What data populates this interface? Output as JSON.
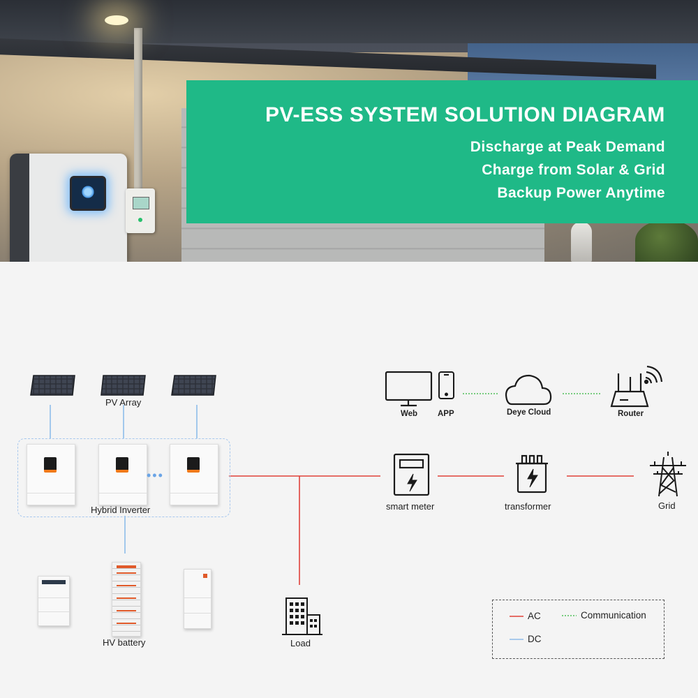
{
  "banner": {
    "title": "PV-ESS SYSTEM SOLUTION DIAGRAM",
    "lines": [
      "Discharge at Peak Demand",
      "Charge from Solar & Grid",
      "Backup Power Anytime"
    ]
  },
  "diagram": {
    "pv_label": "PV Array",
    "inverter_label": "Hybrid Inverter",
    "battery_label": "HV battery",
    "load_label": "Load",
    "smart_meter_label": "smart meter",
    "transformer_label": "transformer",
    "grid_label": "Grid",
    "web_label": "Web",
    "app_label": "APP",
    "cloud_label": "Deye Cloud",
    "router_label": "Router"
  },
  "legend": {
    "ac": "AC",
    "dc": "DC",
    "communication": "Communication"
  },
  "colors": {
    "banner_green": "#1fb987",
    "ac_line": "#e0413a",
    "dc_line": "#8ebcea",
    "comm_line": "#4fbf5a"
  }
}
